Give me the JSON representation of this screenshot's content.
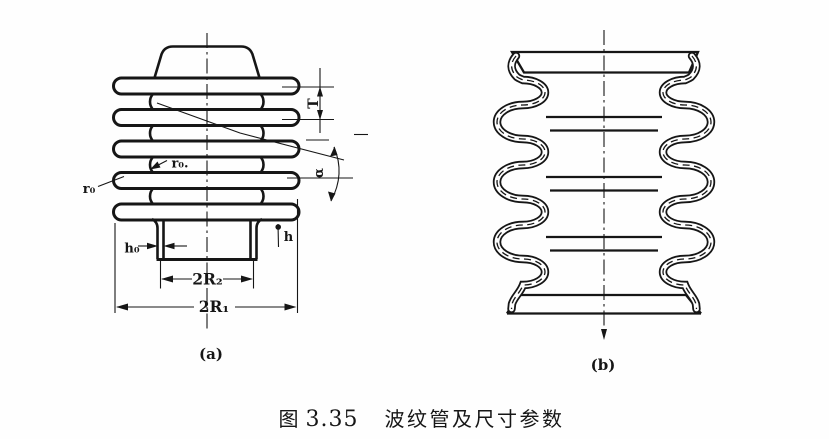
{
  "figure": {
    "caption": {
      "fig_prefix": "图",
      "fig_number": "3.35",
      "title": "波纹管及尺寸参数"
    },
    "panel_a": {
      "label": "(a)",
      "dims": {
        "T": "T",
        "r0_inner": "r₀.",
        "r0_outer": "r₀",
        "alpha": "α",
        "h0": "h₀",
        "h": "h",
        "R2": "2R₂",
        "R1": "2R₁"
      }
    },
    "panel_b": {
      "label": "(b)"
    },
    "colors": {
      "ink": "#161616",
      "paper": "#fefefe"
    }
  }
}
